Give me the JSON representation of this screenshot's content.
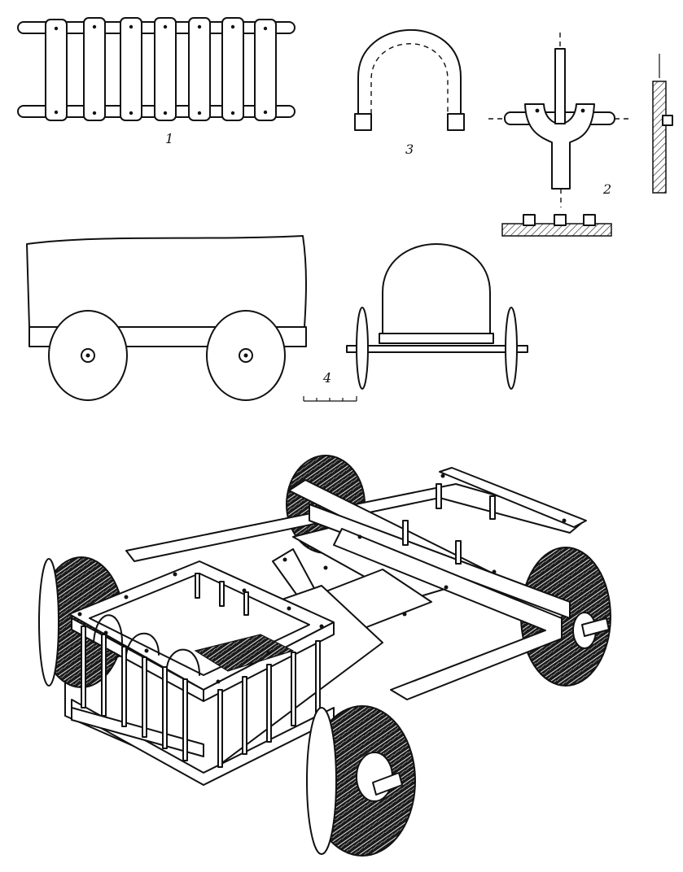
{
  "figure": {
    "labels": {
      "ladder": "1",
      "harness_fitting": "2",
      "hoop": "3",
      "covered_wagon": "4"
    }
  },
  "colors": {
    "ink": "#111111",
    "paper": "#ffffff",
    "wood_dark": "#161616"
  }
}
